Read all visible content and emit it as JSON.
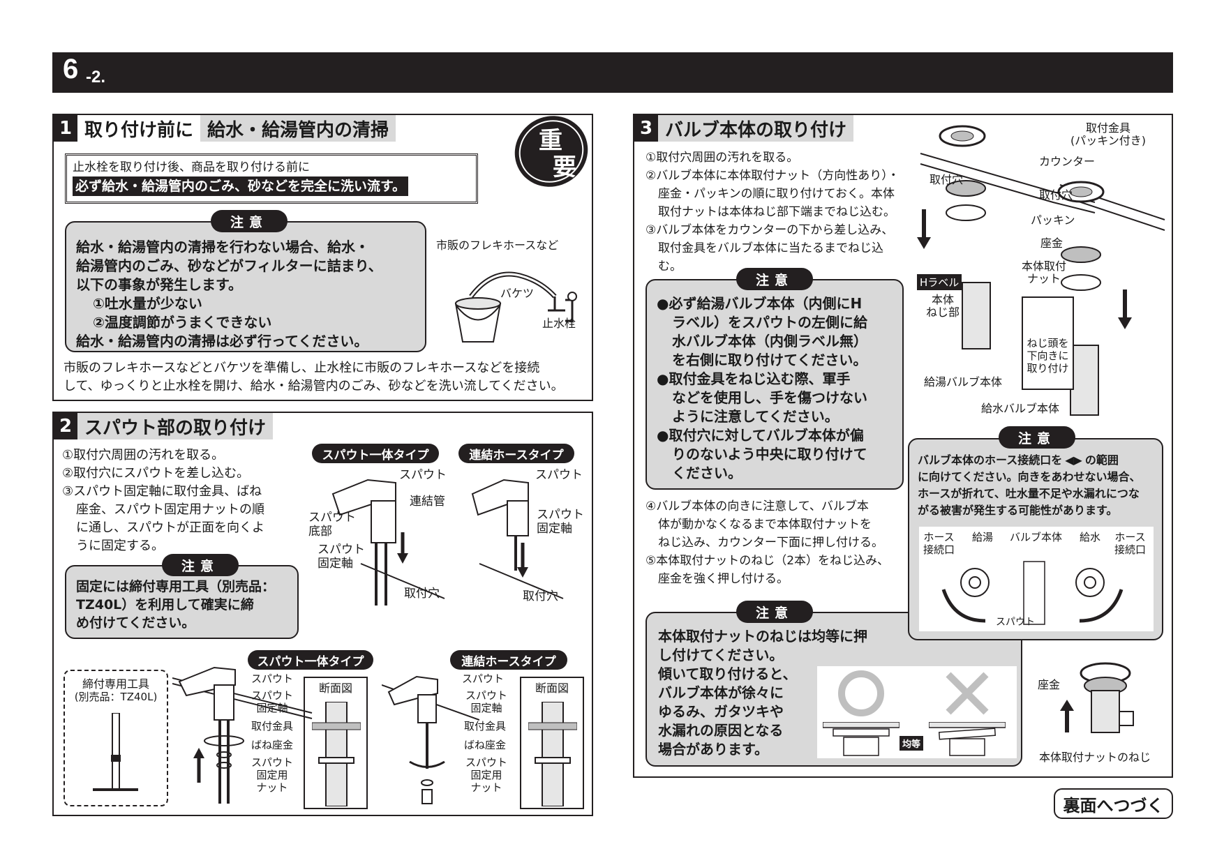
{
  "header": {
    "num": "6",
    "sub": "-2."
  },
  "sec1": {
    "num": "1",
    "title_a": "取り付け前に",
    "title_b": "給水・給湯管内の清掃",
    "important": [
      "重",
      "要"
    ],
    "box_line1": "止水栓を取り付け後、商品を取り付ける前に",
    "box_line2": "必ず給水・給湯管内のごみ、砂などを完全に洗い流す。",
    "caution_label": "注意",
    "caution_lines": [
      "給水・給湯管内の清掃を行わない場合、給水・",
      "給湯管内のごみ、砂などがフィルターに詰まり、",
      "以下の事象が発生します。",
      "①吐水量が少ない",
      "②温度調節がうまくできない",
      "給水・給湯管内の清掃は必ず行ってください。"
    ],
    "fig_hose": "市販のフレキホースなど",
    "fig_bucket": "バケツ",
    "fig_valve": "止水栓",
    "body": [
      "市販のフレキホースなどとバケツを準備し、止水栓に市販のフレキホースなどを接続",
      "して、ゆっくりと止水栓を開け、給水・給湯管内のごみ、砂などを洗い流してください。"
    ]
  },
  "sec2": {
    "num": "2",
    "title": "スパウト部の取り付け",
    "steps": [
      "①取付穴周囲の汚れを取る。",
      "②取付穴にスパウトを差し込む。",
      "③スパウト固定軸に取付金具、ばね",
      "座金、スパウト固定用ナットの順",
      "に通し、スパウトが正面を向くよ",
      "うに固定する。"
    ],
    "caution_label": "注意",
    "caution_lines": [
      "固定には締付専用工具（別売品：",
      "TZ40L）を利用して確実に締",
      "め付けてください。"
    ],
    "type_a": "スパウト一体タイプ",
    "type_b": "連結ホースタイプ",
    "lbl_spout": "スパウト",
    "lbl_pipe": "連結管",
    "lbl_base": [
      "スパウト",
      "底部"
    ],
    "lbl_shaft": [
      "スパウト",
      "固定軸"
    ],
    "lbl_hole": "取付穴",
    "tool_title": [
      "締付専用工具",
      "(別売品：TZ40L)"
    ],
    "lbl_section": "断面図",
    "lbl_bracket": "取付金具",
    "lbl_washer": "ばね座金",
    "lbl_nut": [
      "スパウト",
      "固定用",
      "ナット"
    ]
  },
  "sec3": {
    "num": "3",
    "title": "バルブ本体の取り付け",
    "steps_a": [
      "①取付穴周囲の汚れを取る。",
      "②バルブ本体に本体取付ナット（方向性あり）・",
      "座金・パッキンの順に取り付けておく。本体",
      "取付ナットは本体ねじ部下端までねじ込む。",
      "③バルブ本体をカウンターの下から差し込み、",
      "取付金具をバルブ本体に当たるまでねじ込む。"
    ],
    "caution_label": "注意",
    "caution1_lines": [
      "●必ず給湯バルブ本体（内側にH",
      "ラベル）をスパウトの左側に給",
      "水バルブ本体（内側ラベル無）",
      "を右側に取り付けてください。",
      "●取付金具をねじ込む際、軍手",
      "などを使用し、手を傷つけない",
      "ように注意してください。",
      "●取付穴に対してバルブ本体が偏",
      "りのないよう中央に取り付けて",
      "ください。"
    ],
    "steps_b": [
      "④バルブ本体の向きに注意して、バルブ本",
      "体が動かなくなるまで本体取付ナットを",
      "ねじ込み、カウンター下面に押し付ける。",
      "⑤本体取付ナットのねじ（2本）をねじ込み、",
      "座金を強く押し付ける。"
    ],
    "caution2_lines": [
      "本体取付ナットのねじは均等に押",
      "し付けてください。",
      "傾いて取り付けると、",
      "バルブ本体が徐々に",
      "ゆるみ、ガタツキや",
      "水漏れの原因となる",
      "場合があります。"
    ],
    "lbl_even": "均等",
    "caution3_lines": [
      "バルブ本体のホース接続口を",
      "の範囲",
      "に向けてください。向きをあわせない場合、",
      "ホースが折れて、吐水量不足や水漏れにつな",
      "がる被害が発生する可能性があります。"
    ],
    "fig": {
      "bracket": [
        "取付金具",
        "(パッキン付き)"
      ],
      "counter": "カウンター",
      "hole": "取付穴",
      "packing": "パッキン",
      "washer": "座金",
      "nut": [
        "本体取付",
        "ナット"
      ],
      "hlabel": "Hラベル",
      "thread": [
        "本体",
        "ねじ部"
      ],
      "screw_note": [
        "ねじ頭を",
        "下向きに",
        "取り付け"
      ],
      "hot_valve": "給湯バルブ本体",
      "cold_valve": "給水バルブ本体",
      "hose_port": [
        "ホース",
        "接続口"
      ],
      "hot": "給湯",
      "valve_body": "バルブ本体",
      "cold": "給水",
      "spout": "スパウト",
      "nut_screw": "本体取付ナットのねじ"
    }
  },
  "footer": "裏面へつづく"
}
